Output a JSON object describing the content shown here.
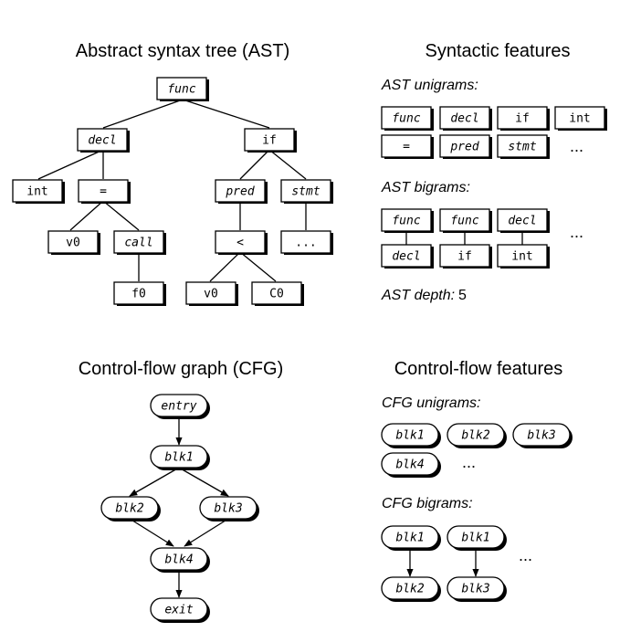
{
  "ast": {
    "title": "Abstract syntax tree (AST)",
    "nodes": {
      "func": "func",
      "decl": "decl",
      "if": "if",
      "int": "int",
      "assign": "=",
      "pred": "pred",
      "stmt": "stmt",
      "v0a": "v0",
      "call": "call",
      "lt": "<",
      "ellipsis": "...",
      "f0": "f0",
      "v0b": "v0",
      "c0": "C0"
    }
  },
  "syntactic": {
    "title": "Syntactic features",
    "unigrams_label": "AST unigrams:",
    "unigrams": [
      "func",
      "decl",
      "if",
      "int",
      "=",
      "pred",
      "stmt"
    ],
    "unigrams_more": "...",
    "bigrams_label": "AST bigrams:",
    "bigrams": [
      {
        "top": "func",
        "bottom": "decl"
      },
      {
        "top": "func",
        "bottom": "if"
      },
      {
        "top": "decl",
        "bottom": "int"
      }
    ],
    "bigrams_more": "...",
    "depth_label": "AST depth:",
    "depth_value": "5"
  },
  "cfg": {
    "title": "Control-flow graph (CFG)",
    "nodes": {
      "entry": "entry",
      "blk1": "blk1",
      "blk2": "blk2",
      "blk3": "blk3",
      "blk4": "blk4",
      "exit": "exit"
    }
  },
  "controlflow": {
    "title": "Control-flow features",
    "unigrams_label": "CFG unigrams:",
    "unigrams": [
      "blk1",
      "blk2",
      "blk3",
      "blk4"
    ],
    "unigrams_more": "...",
    "bigrams_label": "CFG bigrams:",
    "bigrams": [
      {
        "top": "blk1",
        "bottom": "blk2"
      },
      {
        "top": "blk1",
        "bottom": "blk3"
      }
    ],
    "bigrams_more": "..."
  }
}
